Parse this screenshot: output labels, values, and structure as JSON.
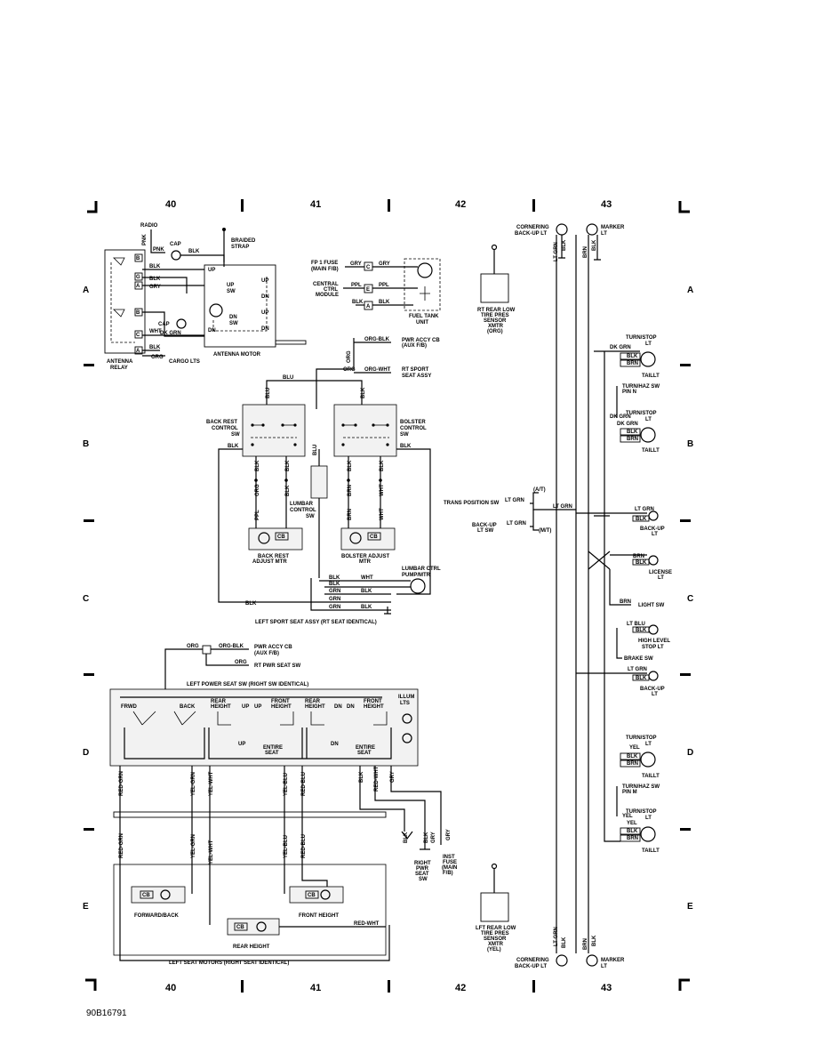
{
  "grid": {
    "columns": [
      "40",
      "41",
      "42",
      "43"
    ],
    "rows": [
      "A",
      "B",
      "C",
      "D",
      "E"
    ]
  },
  "figure_number": "90B16791",
  "components": {
    "radio": "RADIO",
    "braided_strap": [
      "BRAIDED",
      "STRAP"
    ],
    "antenna_relay": [
      "ANTENNA",
      "RELAY"
    ],
    "cargo_lts": "CARGO LTS",
    "antenna_motor": "ANTENNA MOTOR",
    "cap_top": "CAP",
    "cap_mid": "CAP",
    "up_sw": [
      "UP",
      "SW"
    ],
    "dn_sw": [
      "DN",
      "SW"
    ],
    "fp_fuse": [
      "FP 1 FUSE",
      "(MAIN F/B)"
    ],
    "central_ctrl": [
      "CENTRAL",
      "CTRL",
      "MODULE"
    ],
    "fuel_tank": [
      "FUEL TANK",
      "UNIT"
    ],
    "rt_rear_sensor": [
      "RT REAR LOW",
      "TIRE PRES",
      "SENSOR",
      "XMTR",
      "(ORG)"
    ],
    "pwr_accy_cb": [
      "PWR ACCY CB",
      "(AUX F/B)"
    ],
    "rt_sport_seat": [
      "RT SPORT",
      "SEAT ASSY"
    ],
    "back_rest_sw": [
      "BACK REST",
      "CONTROL",
      "SW"
    ],
    "bolster_sw": [
      "BOLSTER",
      "CONTROL",
      "SW"
    ],
    "lumbar_sw": [
      "LUMBAR",
      "CONTROL",
      "SW"
    ],
    "back_rest_mtr": [
      "BACK REST",
      "ADJUST MTR"
    ],
    "bolster_mtr": [
      "BOLSTER ADJUST",
      "MTR"
    ],
    "lumbar_pump": [
      "LUMBAR CTRL",
      "PUMP/MTR"
    ],
    "left_sport_seat": "LEFT SPORT SEAT ASSY (RT SEAT IDENTICAL)",
    "pwr_accy_cb_2": [
      "PWR ACCY CB",
      "(AUX F/B)"
    ],
    "rt_pwr_seat_sw": "RT PWR SEAT SW",
    "left_power_seat_sw": "LEFT POWER SEAT SW (RIGHT SW IDENTICAL)",
    "fwrd": "FRWD",
    "back": "BACK",
    "rear_height": [
      "REAR",
      "HEIGHT"
    ],
    "front_height": [
      "FRONT",
      "HEIGHT"
    ],
    "up": "UP",
    "dn": "DN",
    "entire_seat": [
      "ENTIRE",
      "SEAT"
    ],
    "illum_lts": [
      "ILLUM",
      "LTS"
    ],
    "right_pwr_seat_sw": [
      "RIGHT",
      "PWR",
      "SEAT",
      "SW"
    ],
    "inst_fuse": [
      "INST",
      "FUSE",
      "(MAIN",
      "F/B)"
    ],
    "forward_back": "FORWARD/BACK",
    "front_height_mtr": "FRONT HEIGHT",
    "rear_height_mtr": "REAR HEIGHT",
    "left_seat_motors": "LEFT SEAT MOTORS (RIGHT SEAT IDENTICAL)",
    "lft_rear_sensor": [
      "LFT REAR LOW",
      "TIRE PRES",
      "SENSOR",
      "XMTR",
      "(YEL)"
    ],
    "cornering_rt": [
      "CORNERING",
      "BACK-UP LT"
    ],
    "marker_rt": [
      "MARKER",
      "LT"
    ],
    "cornering_lt": [
      "CORNERING",
      "BACK-UP LT"
    ],
    "marker_lt": [
      "MARKER",
      "LT"
    ],
    "turn_stop_1": [
      "TURN/STOP",
      "LT"
    ],
    "taillt_1": "TAILLT",
    "turn_haz_1": [
      "TURN/HAZ SW",
      "PIN N"
    ],
    "turn_stop_2": [
      "TURN/STOP",
      "LT"
    ],
    "taillt_2": "TAILLT",
    "trans_position_sw": "TRANS POSITION SW",
    "at": "(A/T)",
    "mt": "(M/T)",
    "back_up_lt_sw": [
      "BACK-UP",
      "LT SW"
    ],
    "back_up_lt_1": [
      "BACK-UP",
      "LT"
    ],
    "license_lt": [
      "LICENSE",
      "LT"
    ],
    "light_sw": "LIGHT SW",
    "high_level": [
      "HIGH LEVEL",
      "STOP LT"
    ],
    "brake_sw": "BRAKE SW",
    "back_up_lt_2": [
      "BACK-UP",
      "LT"
    ],
    "turn_stop_3": [
      "TURN/STOP",
      "LT"
    ],
    "taillt_3": "TAILLT",
    "turn_haz_2": [
      "TURN/HAZ SW",
      "PIN M"
    ],
    "turn_stop_4": [
      "TURN/STOP",
      "LT"
    ],
    "taillt_4": "TAILLT",
    "cb": "CB"
  },
  "pins": [
    "B",
    "G",
    "A",
    "B",
    "C",
    "A",
    "C",
    "E",
    "A"
  ],
  "wires": {
    "pnk": "PNK",
    "blk": "BLK",
    "gry": "GRY",
    "dk_grn": "DK GRN",
    "wht": "WHT",
    "org": "ORG",
    "up": "UP",
    "dn": "DN",
    "ppl": "PPL",
    "org_blk": "ORG-BLK",
    "org_wht": "ORG-WHT",
    "blu": "BLU",
    "brn": "BRN",
    "grn": "GRN",
    "lt_grn": "LT GRN",
    "lt_blu": "LT BLU",
    "yel": "YEL",
    "red_grn": "RED-GRN",
    "yel_grn": "YEL-GRN",
    "yel_wht": "YEL-WHT",
    "yel_blu": "YEL-BLU",
    "red_blu": "RED-BLU",
    "red_wht": "RED-WHT"
  }
}
